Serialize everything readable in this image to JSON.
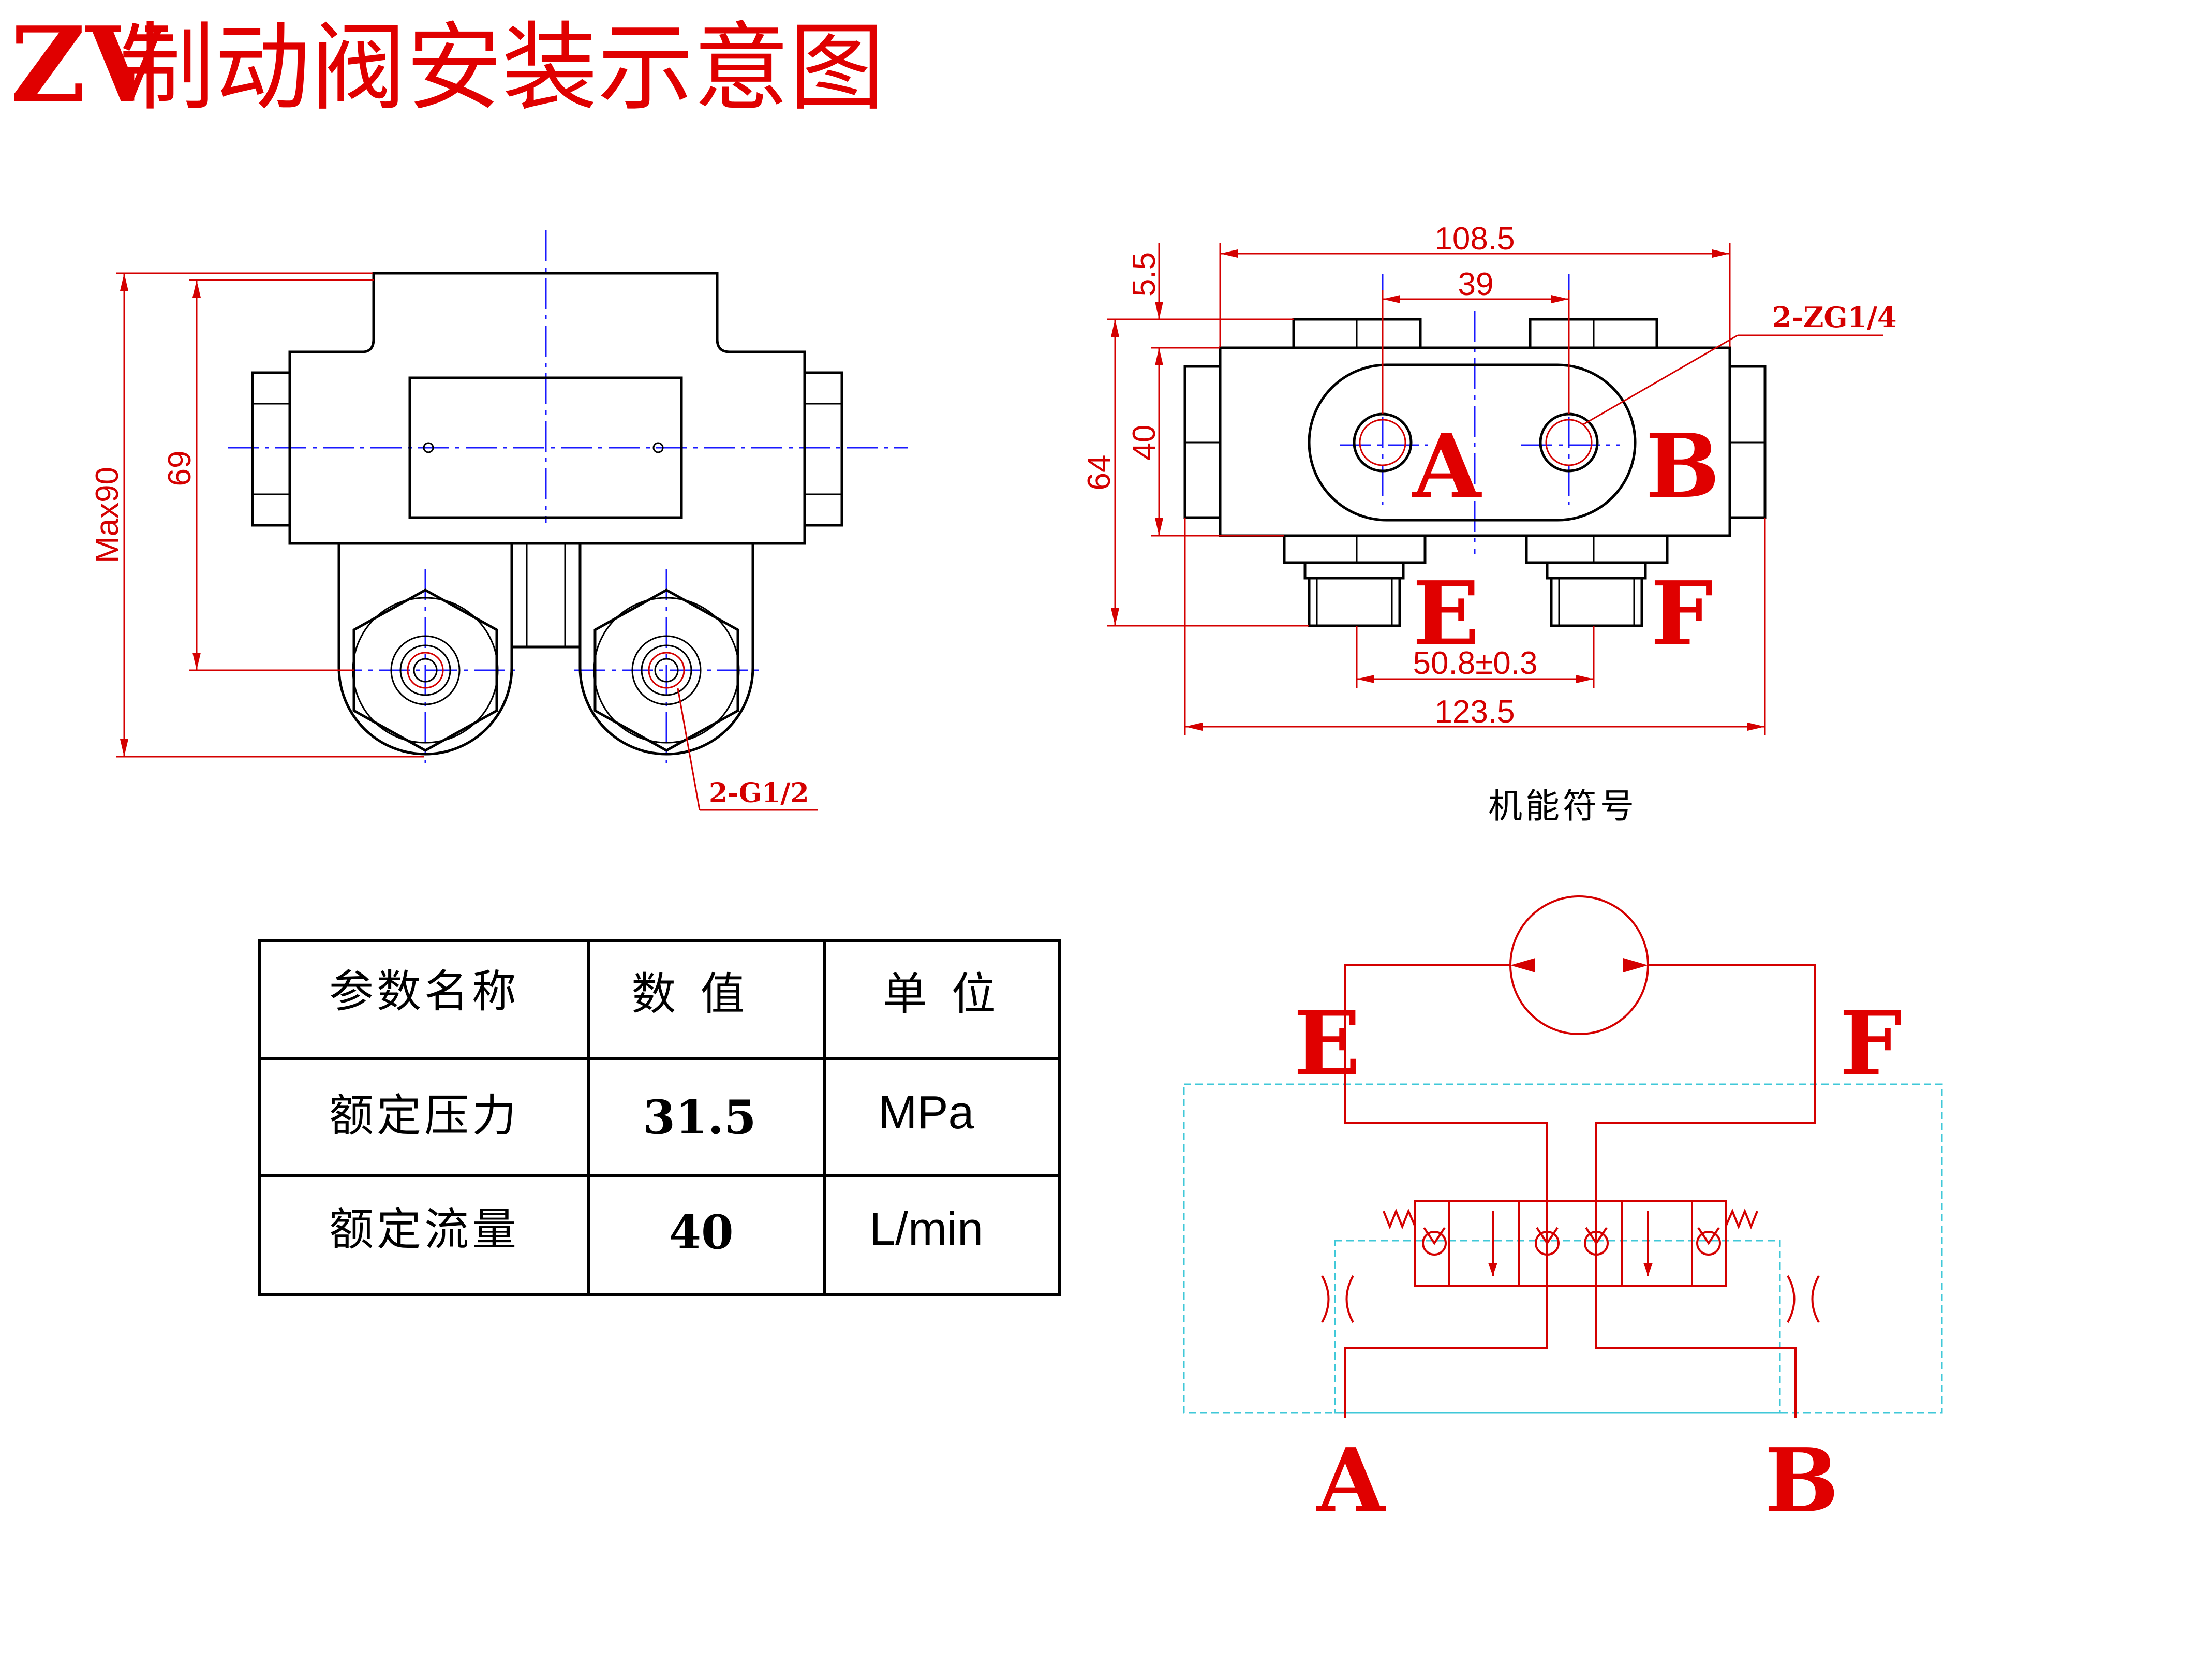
{
  "title": {
    "prefix": "ZV",
    "main": "制动阀安装示意图"
  },
  "front_view": {
    "dim_height_max": "Max90",
    "dim_height_69": "69",
    "port_callout": "2-G1/2"
  },
  "side_view": {
    "dim_108_5": "108.5",
    "dim_39": "39",
    "dim_5_5": "5.5",
    "dim_40": "40",
    "dim_64": "64",
    "dim_50_8": "50.8±0.3",
    "dim_123_5": "123.5",
    "port_callout": "2-ZG1/4",
    "port_a": "A",
    "port_b": "B",
    "port_e": "E",
    "port_f": "F"
  },
  "symbol": {
    "caption": "机能符号",
    "port_e": "E",
    "port_f": "F",
    "port_a": "A",
    "port_b": "B"
  },
  "table": {
    "headers": [
      "参数名称",
      "数 值",
      "单 位"
    ],
    "rows": [
      {
        "name": "额定压力",
        "value": "31.5",
        "unit": "MPa"
      },
      {
        "name": "额定流量",
        "value": "40",
        "unit": "L/min"
      }
    ]
  },
  "colors": {
    "title_red": "#e00000",
    "port_red": "#e00000",
    "dimension_red": "#d40000",
    "centerline_blue": "#1a1aff",
    "boundary_cyan": "#40c8d8"
  }
}
